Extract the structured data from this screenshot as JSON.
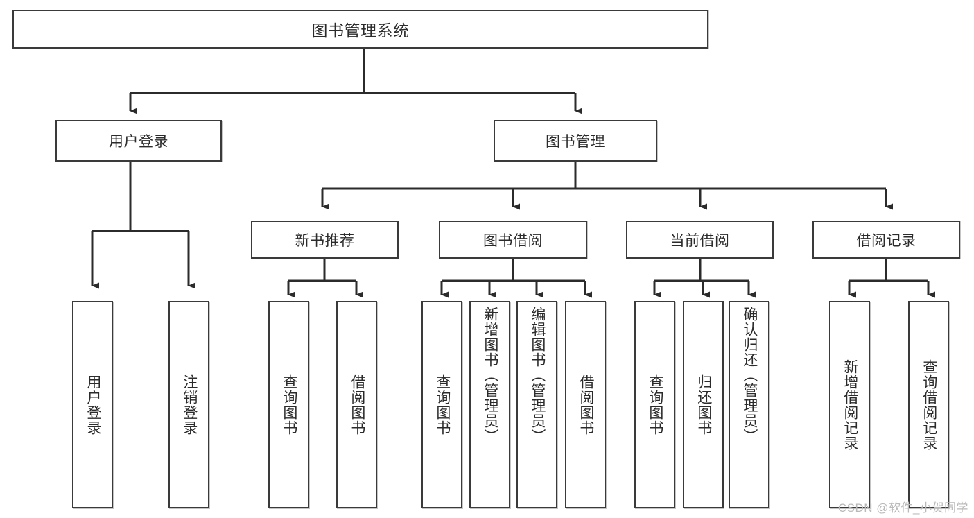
{
  "diagram": {
    "title": "图书管理系统",
    "type": "tree",
    "orientation": "top-down",
    "colors": {
      "box_border": "#3a3a3a",
      "box_fill": "#ffffff",
      "edge": "#2b2b2b",
      "text": "#2b2b2b",
      "watermark": "#b9b9b9",
      "background": "#ffffff"
    }
  },
  "root": {
    "label": "图书管理系统"
  },
  "level2": [
    {
      "label": "用户登录"
    },
    {
      "label": "图书管理"
    }
  ],
  "level3": [
    {
      "label": "新书推荐"
    },
    {
      "label": "图书借阅"
    },
    {
      "label": "当前借阅"
    },
    {
      "label": "借阅记录"
    }
  ],
  "leaves": {
    "user_login": [
      {
        "label": "用户登录"
      },
      {
        "label": "注销登录"
      }
    ],
    "new_book_recommend": [
      {
        "label": "查询图书"
      },
      {
        "label": "借阅图书"
      }
    ],
    "book_borrow": [
      {
        "label": "查询图书"
      },
      {
        "label": "新增图书（管理员）"
      },
      {
        "label": "编辑图书（管理员）"
      },
      {
        "label": "借阅图书"
      }
    ],
    "current_borrow": [
      {
        "label": "查询图书"
      },
      {
        "label": "归还图书"
      },
      {
        "label": "确认归还（管理员）"
      }
    ],
    "borrow_record": [
      {
        "label": "新增借阅记录"
      },
      {
        "label": "查询借阅记录"
      }
    ]
  },
  "watermark": {
    "text": "CSDN @软件_小贺同学"
  }
}
